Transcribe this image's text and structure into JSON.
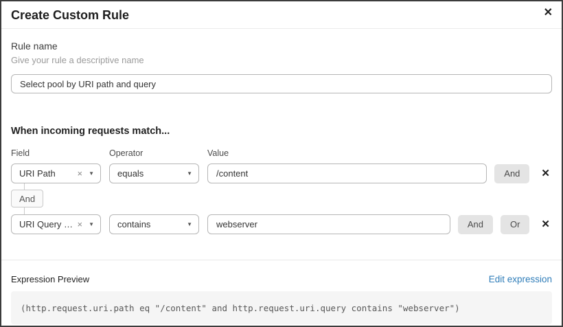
{
  "dialog": {
    "title": "Create Custom Rule",
    "close_icon": "✕"
  },
  "rule_name": {
    "label": "Rule name",
    "hint": "Give your rule a descriptive name",
    "value": "Select pool by URI path and query"
  },
  "matcher": {
    "heading": "When incoming requests match...",
    "columns": [
      "Field",
      "Operator",
      "Value"
    ],
    "joiner": "And",
    "rows": [
      {
        "field": "URI Path",
        "operator": "equals",
        "value": "/content",
        "and_label": "And",
        "clear_icon": "×",
        "caret_icon": "▼",
        "delete_icon": "✕"
      },
      {
        "field": "URI Query St...",
        "operator": "contains",
        "value": "webserver",
        "and_label": "And",
        "or_label": "Or",
        "clear_icon": "×",
        "caret_icon": "▼",
        "delete_icon": "✕"
      }
    ]
  },
  "expression": {
    "label": "Expression Preview",
    "edit_link": "Edit expression",
    "code": "(http.request.uri.path eq \"/content\" and http.request.uri.query contains \"webserver\")"
  },
  "colors": {
    "link": "#2e7cb8",
    "logic_button_bg": "#e4e4e4",
    "code_bg": "#f5f5f5",
    "dialog_border": "#3c3c3c"
  }
}
